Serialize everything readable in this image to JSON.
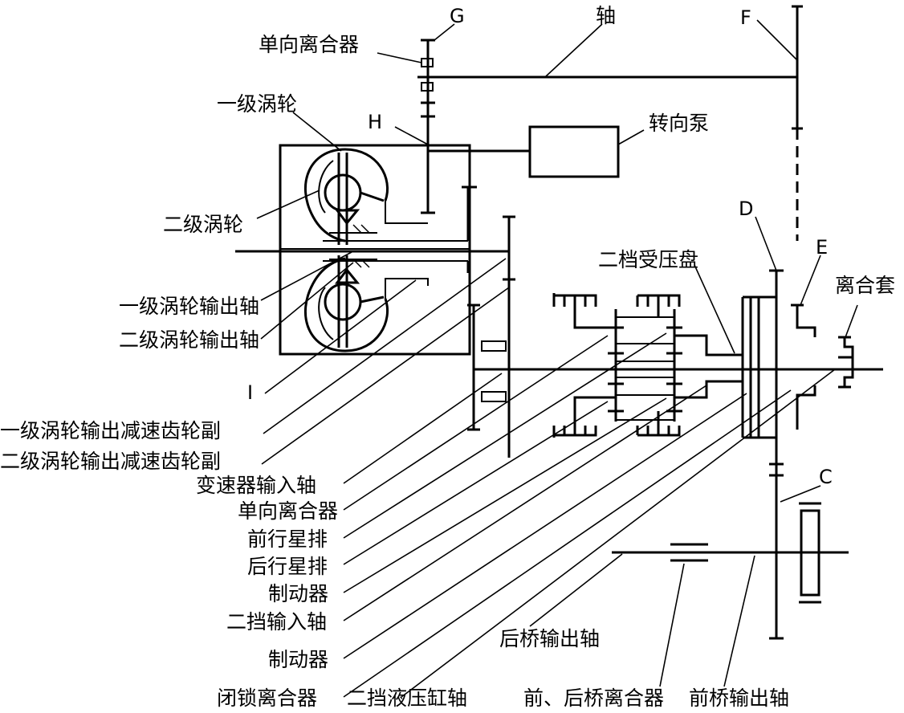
{
  "labels": {
    "shaft": "轴",
    "g": "G",
    "f": "F",
    "h": "H",
    "d": "D",
    "e": "E",
    "c": "C",
    "i": "I",
    "one_way_clutch_top": "单向离合器",
    "first_turbine": "一级涡轮",
    "steering_pump": "转向泵",
    "second_turbine": "二级涡轮",
    "second_gear_pressure_plate": "二档受压盘",
    "clutch_sleeve": "离合套",
    "first_turbine_output_shaft": "一级涡轮输出轴",
    "second_turbine_output_shaft": "二级涡轮输出轴",
    "first_turbine_reduction_gear": "一级涡轮输出减速齿轮副",
    "second_turbine_reduction_gear": "二级涡轮输出减速齿轮副",
    "transmission_input_shaft": "变速器输入轴",
    "one_way_clutch": "单向离合器",
    "front_planetary": "前行星排",
    "rear_planetary": "后行星排",
    "brake_1": "制动器",
    "second_gear_input_shaft": "二挡输入轴",
    "brake_2": "制动器",
    "lockup_clutch": "闭锁离合器",
    "second_gear_cylinder_shaft": "二挡液压缸轴",
    "rear_axle_output_shaft": "后桥输出轴",
    "front_rear_axle_clutch": "前、后桥离合器",
    "front_axle_output_shaft": "前桥输出轴"
  }
}
